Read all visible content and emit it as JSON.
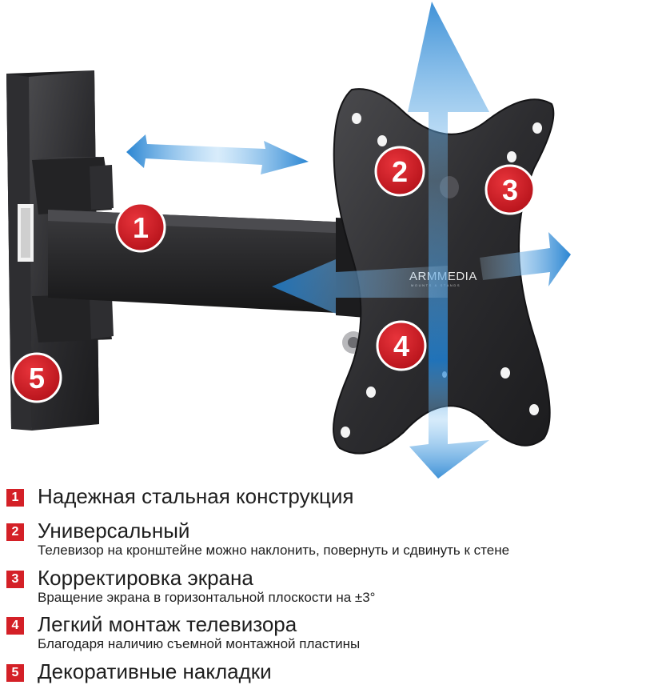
{
  "brand": {
    "name": "ARMMEDIA",
    "tagline": "MOUNTS & STANDS"
  },
  "badges": [
    "1",
    "2",
    "3",
    "4",
    "5"
  ],
  "colors": {
    "badge_red": "#d42027",
    "arrow_blue": "#1f7fd0",
    "metal_dark": "#2a2a2c"
  },
  "features": [
    {
      "number": "1",
      "title": "Надежная стальная конструкция",
      "subtitle": ""
    },
    {
      "number": "2",
      "title": "Универсальный",
      "subtitle": "Телевизор на кронштейне можно наклонить, повернуть и сдвинуть к стене"
    },
    {
      "number": "3",
      "title": "Корректировка экрана",
      "subtitle": "Вращение экрана в горизонтальной плоскости на ±3°"
    },
    {
      "number": "4",
      "title": "Легкий монтаж телевизора",
      "subtitle": "Благодаря наличию съемной монтажной пластины"
    },
    {
      "number": "5",
      "title": "Декоративные накладки",
      "subtitle": ""
    }
  ]
}
